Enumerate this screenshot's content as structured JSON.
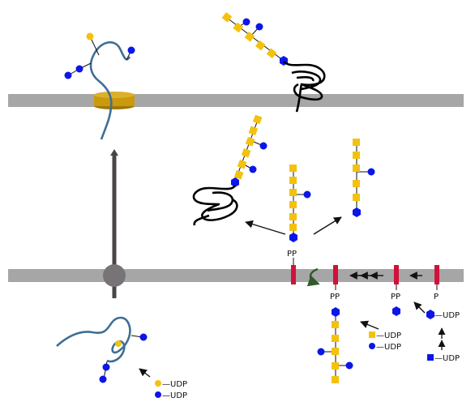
{
  "labels": {
    "pp": "PP",
    "p": "P",
    "udp": "UDP",
    "udp_link": "—UDP"
  },
  "colors": {
    "membrane": "#a6a6a6",
    "galactose": "#f4c20d",
    "glucose": "#0b16e8",
    "lipid_carrier": "#d0123b",
    "pore_protein": "#c99a0c",
    "protein_chain": "#3e6f96",
    "tether": "#4a4448",
    "tether_knob": "#777377",
    "flippase_arrow": "#2f5a2a",
    "folded_protein": "#000000"
  },
  "icons": {
    "galactose": "yellow-circle-or-square",
    "glucose": "blue-circle-or-hexagon",
    "glcnac": "blue-square",
    "flip_arrow": "curved-arrow-icon",
    "pore": "pore-cylinder-icon"
  }
}
